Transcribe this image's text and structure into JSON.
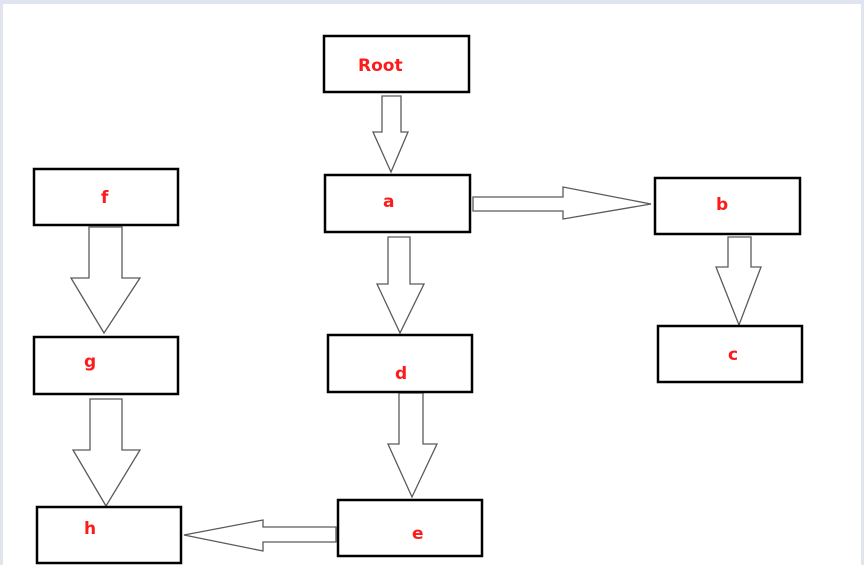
{
  "diagram": {
    "nodes": [
      {
        "id": "root",
        "label": "Root"
      },
      {
        "id": "a",
        "label": "a"
      },
      {
        "id": "b",
        "label": "b"
      },
      {
        "id": "c",
        "label": "c"
      },
      {
        "id": "d",
        "label": "d"
      },
      {
        "id": "e",
        "label": "e"
      },
      {
        "id": "f",
        "label": "f"
      },
      {
        "id": "g",
        "label": "g"
      },
      {
        "id": "h",
        "label": "h"
      }
    ],
    "edges": [
      {
        "from": "root",
        "to": "a"
      },
      {
        "from": "a",
        "to": "b"
      },
      {
        "from": "b",
        "to": "c"
      },
      {
        "from": "a",
        "to": "d"
      },
      {
        "from": "d",
        "to": "e"
      },
      {
        "from": "e",
        "to": "h"
      },
      {
        "from": "f",
        "to": "g"
      },
      {
        "from": "g",
        "to": "h"
      }
    ],
    "colors": {
      "label": "#ff1a1a",
      "box_border": "#000000",
      "arrow_stroke": "#5a5a5a",
      "background": "#ffffff",
      "frame": "#dfe4ee"
    }
  }
}
